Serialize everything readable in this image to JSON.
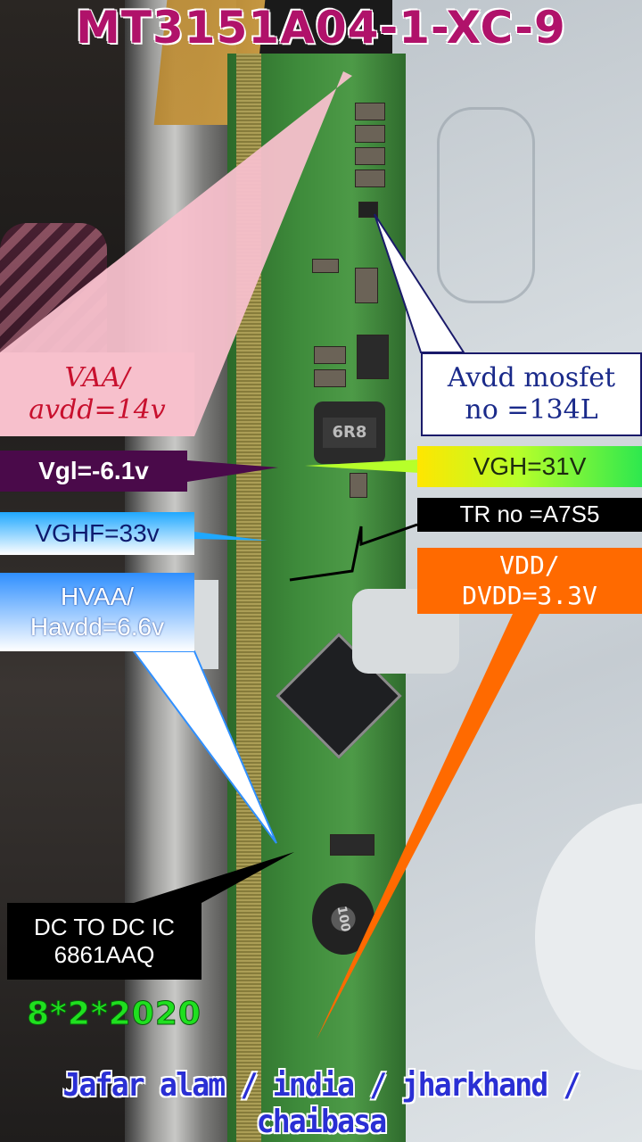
{
  "title": "MT3151A04-1-XC-9",
  "labels": {
    "vaa_line1": "VAA/",
    "vaa_line2": "avdd=14v",
    "vgl": "Vgl=-6.1v",
    "vghf": "VGHF=33v",
    "hvaa_line1": "HVAA/",
    "hvaa_line2": "Havdd=6.6v",
    "avdd_mosfet_line1": "Avdd mosfet",
    "avdd_mosfet_line2": "no =134L",
    "vgh": "VGH=31V",
    "tr_no": "TR no =A7S5",
    "vdd_line1": "VDD/",
    "vdd_line2": "DVDD=3.3V",
    "dc_ic_line1": "DC TO DC IC",
    "dc_ic_line2": "6861AAQ"
  },
  "date": "8*2*2020",
  "footer": "Jafar alam / india / jharkhand / chaibasa",
  "colors": {
    "title": "#b0126a",
    "vaa_box": "#f7c0cc",
    "vgl_box": "#4a0a4a",
    "vghf_box": "#1fa8ff",
    "hvaa_box": "#2f8fff",
    "vgh_box": "#b7ff2a",
    "tr_box": "#000000",
    "vdd_box": "#ff6a00",
    "dc_box": "#000000",
    "date": "#1fe01f",
    "footer": "#2a2fd4"
  }
}
